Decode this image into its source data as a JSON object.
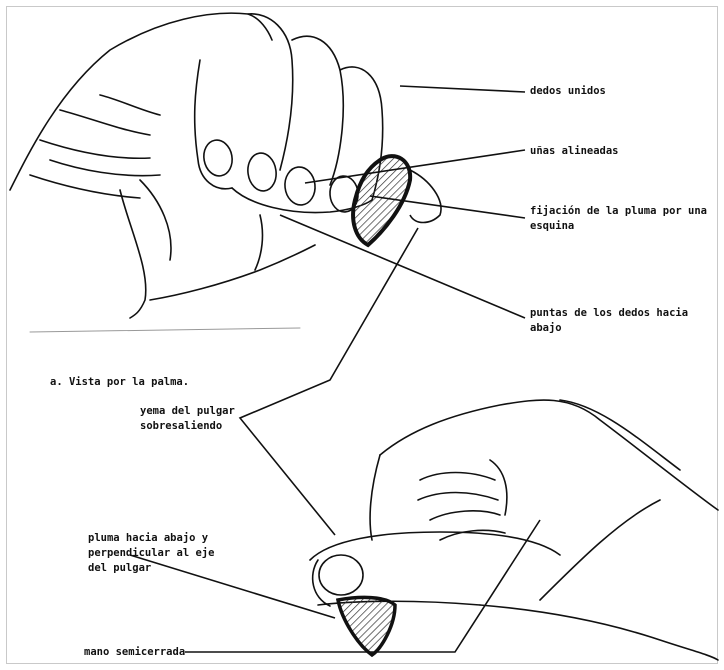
{
  "annotations": {
    "dedos_unidos": "dedos unidos",
    "unas_alineadas": "uñas alineadas",
    "fijacion_l1": "fijación de la pluma por una",
    "fijacion_l2": "esquina",
    "puntas_l1": "puntas de los dedos hacia",
    "puntas_l2": "abajo",
    "vista_palma": "a. Vista por la palma.",
    "yema_l1": "yema del pulgar",
    "yema_l2": "sobresaliendo",
    "pluma_l1": "pluma hacia abajo y",
    "pluma_l2": "perpendicular al eje",
    "pluma_l3": "del pulgar",
    "mano_semicerrada": "mano semicerrada"
  },
  "colors": {
    "ink": "#111111",
    "pick_fill": "#cfcfcf",
    "frame": "#c9c9c9"
  }
}
